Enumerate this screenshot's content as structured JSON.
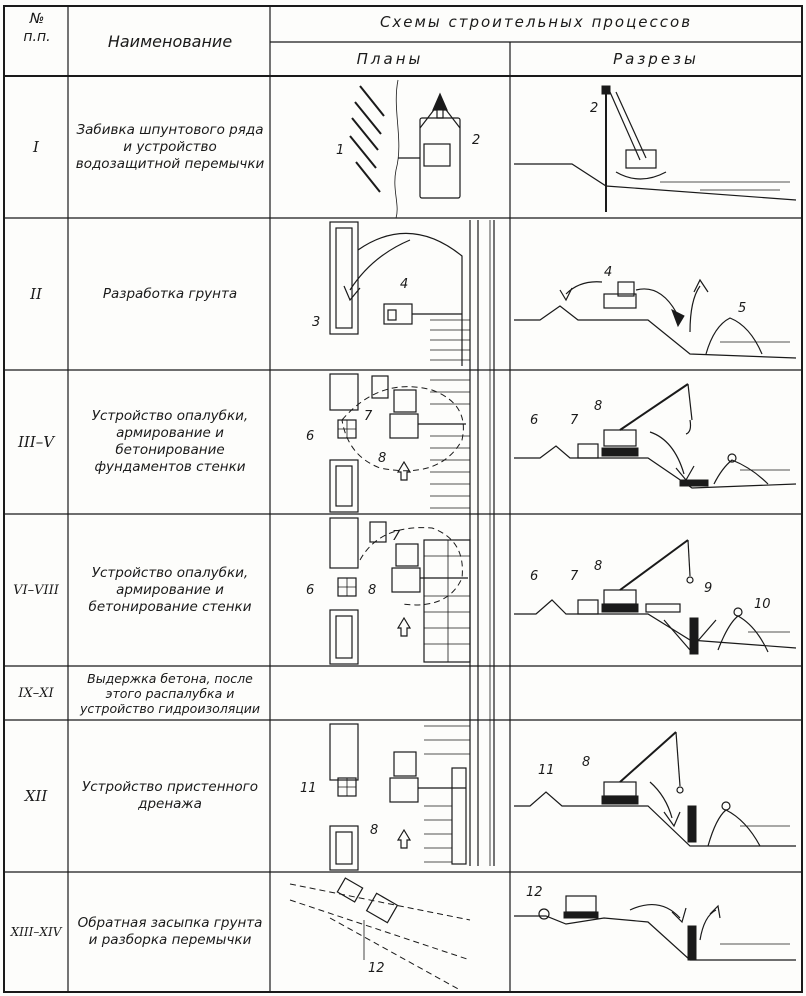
{
  "header": {
    "col_num": "№\nп.п.",
    "col_name": "Наименование",
    "col_schemes": "Схемы строительных процессов",
    "col_plans": "Планы",
    "col_sections": "Разрезы"
  },
  "rows": [
    {
      "num": "I",
      "name": "Забивка шпунтового ряда и устройство водозащитной перемычки"
    },
    {
      "num": "II",
      "name": "Разработка грунта"
    },
    {
      "num": "III–V",
      "name": "Устройство опалубки, армирование и бетонирование фундаментов стенки"
    },
    {
      "num": "VI–VIII",
      "name": "Устройство опалубки, армирование и бетонирование стенки"
    },
    {
      "num": "IX–XI",
      "name": "Выдержка бетона, после этого распалубка и устройство гидроизоляции"
    },
    {
      "num": "XII",
      "name": "Устройство пристенного дренажа"
    },
    {
      "num": "XIII–XIV",
      "name": "Обратная засыпка грунта и разборка перемычки"
    }
  ],
  "callouts": {
    "r1_plan": [
      "1",
      "2"
    ],
    "r1_section": [
      "2"
    ],
    "r2_plan": [
      "3",
      "4"
    ],
    "r2_section": [
      "4",
      "5"
    ],
    "r3_plan": [
      "6",
      "7",
      "8"
    ],
    "r3_section": [
      "6",
      "7",
      "8"
    ],
    "r4_plan": [
      "6",
      "7",
      "8"
    ],
    "r4_section": [
      "6",
      "7",
      "8",
      "9",
      "10"
    ],
    "r6_plan": [
      "11",
      "8"
    ],
    "r6_section": [
      "11",
      "8"
    ],
    "r7_plan": [
      "12"
    ],
    "r7_section": [
      "12"
    ]
  }
}
